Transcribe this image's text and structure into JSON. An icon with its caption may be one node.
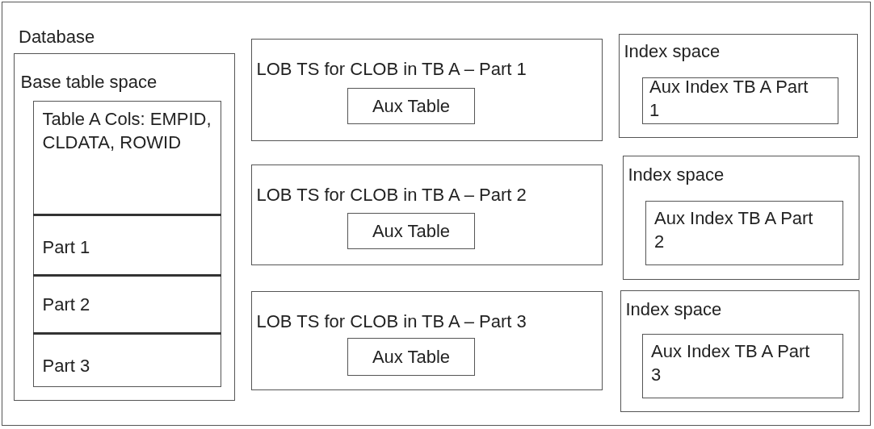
{
  "diagram": {
    "nodes": [
      {
        "text": [
          "Database"
        ]
      },
      {
        "text": [
          "Base table space"
        ],
        "in": 0
      },
      {
        "text": [],
        "shape": "box",
        "in": 1
      },
      {
        "text": [
          "Table A Cols: EMPID, CLDATA, ROWID"
        ],
        "in": 2
      },
      {
        "text": [
          "Part 1"
        ],
        "in": 2
      },
      {
        "text": [
          "Part 2"
        ],
        "in": 2
      },
      {
        "text": [
          "Part 3"
        ],
        "in": 2
      },
      {
        "text": [
          "LOB TS for CLOB in TB A – Part 1"
        ],
        "in": 0
      },
      {
        "text": [
          "Aux Table"
        ],
        "in": 7
      },
      {
        "text": [
          "LOB TS for CLOB in TB A – Part 2"
        ],
        "in": 0
      },
      {
        "text": [
          "Aux Table"
        ],
        "in": 9
      },
      {
        "text": [
          "LOB TS for CLOB in TB A – Part 3"
        ],
        "in": 0
      },
      {
        "text": [
          "Aux Table"
        ],
        "in": 11
      },
      {
        "text": [
          "Index space"
        ],
        "in": 0
      },
      {
        "text": [
          "Aux Index TB A Part 1"
        ],
        "in": 13
      },
      {
        "text": [
          "Index space"
        ],
        "in": 0
      },
      {
        "text": [
          "Aux Index TB A Part 2"
        ],
        "in": 15
      },
      {
        "text": [
          "Index space"
        ],
        "in": 0
      },
      {
        "text": [
          "Aux Index TB A Part 3"
        ],
        "in": 17
      }
    ]
  }
}
